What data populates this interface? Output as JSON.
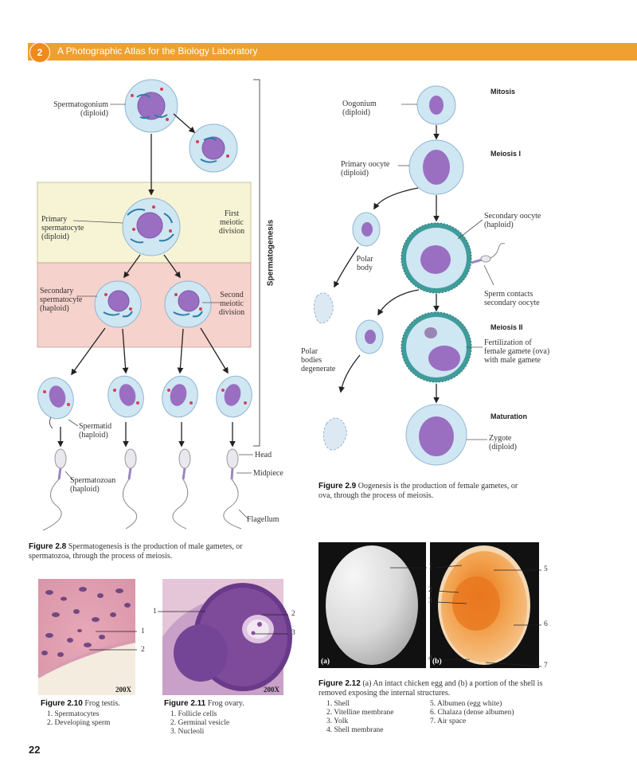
{
  "header": {
    "chapter": "2",
    "title": "A Photographic Atlas for the Biology Laboratory"
  },
  "page_number": "22",
  "fig28": {
    "spermatogonium": "Spermatogonium\n(diploid)",
    "primary": "Primary\nspermatocyte\n(diploid)",
    "first_division": "First\nmeiotic\ndivision",
    "secondary": "Secondary\nspermatocyte\n(haploid)",
    "second_division": "Second\nmeiotic\ndivision",
    "spermatid": "Spermatid\n(haploid)",
    "spermatozoan": "Spermatozoan\n(haploid)",
    "head": "Head",
    "midpiece": "Midpiece",
    "flagellum": "Flagellum",
    "side_label": "Spermatogenesis",
    "caption_label": "Figure 2.8",
    "caption_text": "Spermatogenesis is the production of male gametes, or spermatozoa, through the process of meiosis."
  },
  "fig29": {
    "mitosis": "Mitosis",
    "meiosis1": "Meiosis I",
    "meiosis2": "Meiosis II",
    "maturation": "Maturation",
    "oogonium": "Oogonium\n(diploid)",
    "primary_oocyte": "Primary oocyte\n(diploid)",
    "secondary_oocyte": "Secondary oocyte\n(haploid)",
    "polar_body": "Polar\nbody",
    "sperm_contacts": "Sperm contacts\nsecondary oocyte",
    "polar_bodies_degenerate": "Polar\nbodies\ndegenerate",
    "fertilization": "Fertilization of\nfemale gamete (ova)\nwith male gamete",
    "zygote": "Zygote\n(diploid)",
    "caption_label": "Figure 2.9",
    "caption_text": "Oogenesis is the production of female gametes, or ova, through the process of meiosis."
  },
  "fig210": {
    "caption_label": "Figure 2.10",
    "caption_text": "Frog testis.",
    "magnification": "200X",
    "labels": [
      "1",
      "2"
    ],
    "legend": [
      "1. Spermatocytes",
      "2. Developing sperm"
    ]
  },
  "fig211": {
    "caption_label": "Figure 2.11",
    "caption_text": "Frog ovary.",
    "magnification": "200X",
    "labels": [
      "1",
      "2",
      "3"
    ],
    "legend": [
      "1. Follicle cells",
      "2. Germinal vesicle",
      "3. Nucleoli"
    ]
  },
  "fig212": {
    "caption_label": "Figure 2.12",
    "caption_text": "(a) An intact chicken egg and (b) a portion of the shell is removed exposing the internal structures.",
    "panel_a": "(a)",
    "panel_b": "(b)",
    "labels": [
      "1",
      "2",
      "3",
      "4",
      "5",
      "6",
      "7"
    ],
    "legend_left": [
      "1. Shell",
      "2. Vitelline membrane",
      "3. Yolk",
      "4. Shell membrane"
    ],
    "legend_right": [
      "5. Albumen (egg white)",
      "6. Chalaza (dense albumen)",
      "7. Air space"
    ]
  },
  "colors": {
    "banner": "#f0a030",
    "cell_fill": "#cfe6f3",
    "nucleus": "#9a6fc2",
    "first_division_bg": "#f7f4d6",
    "second_division_bg": "#f6d2cc"
  }
}
